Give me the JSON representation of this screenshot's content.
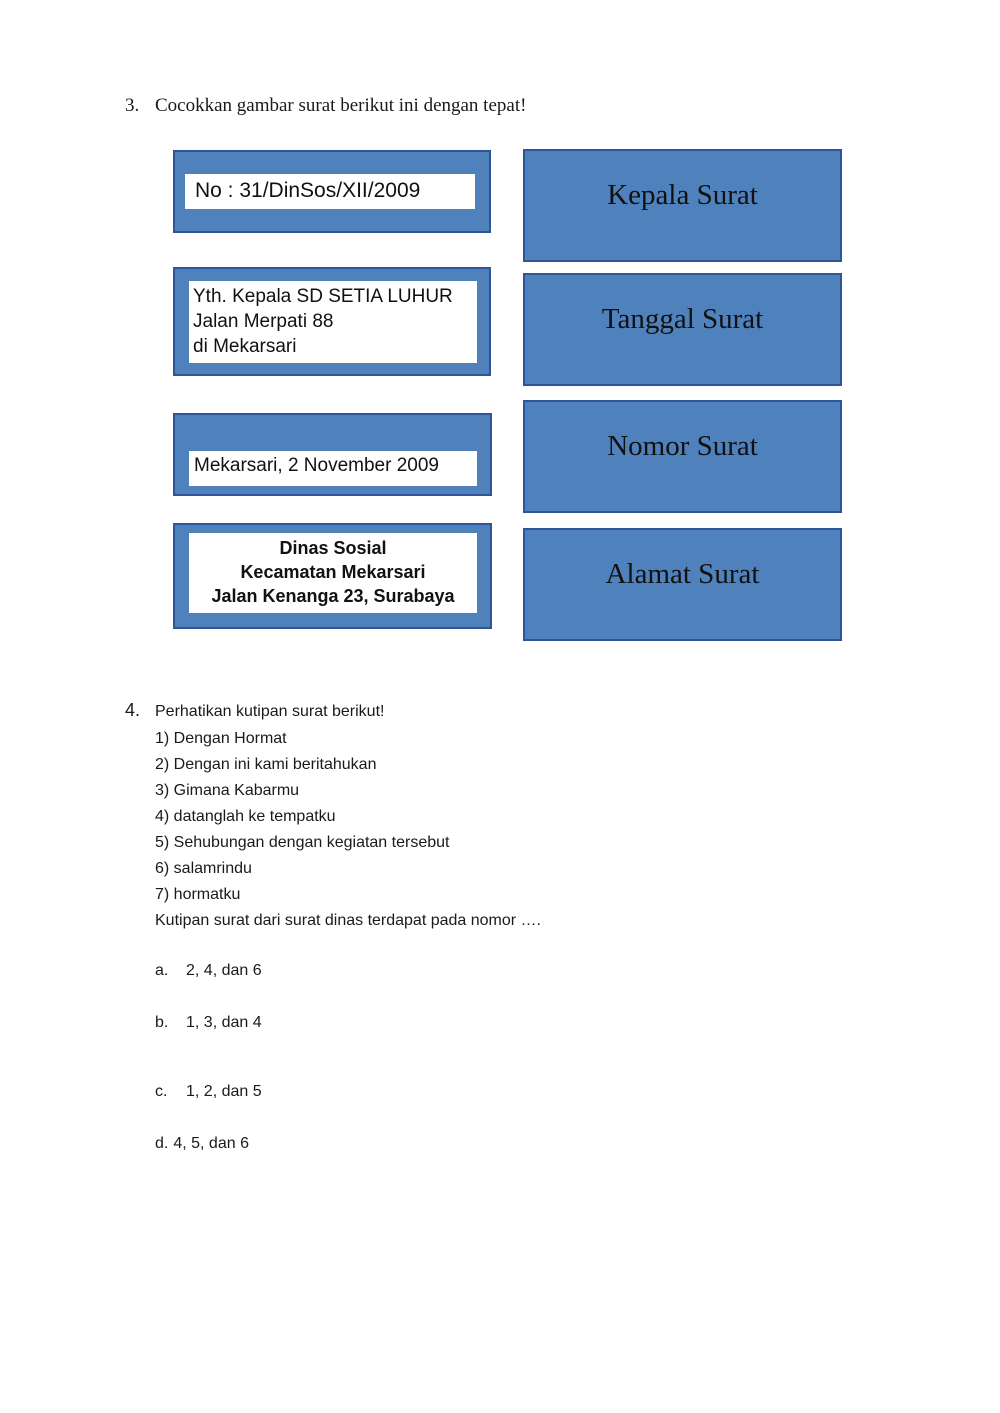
{
  "q3": {
    "number": "3.",
    "prompt": "Cocokkan gambar surat berikut ini dengan tepat!",
    "cards": {
      "nomor": "No  :  31/DinSos/XII/2009",
      "alamat": [
        "Yth. Kepala SD SETIA LUHUR",
        "Jalan Merpati  88",
        "di Mekarsari"
      ],
      "tanggal": "Mekarsari, 2 November 2009",
      "kepala": [
        "Dinas Sosial",
        "Kecamatan Mekarsari",
        "Jalan Kenanga 23, Surabaya"
      ]
    },
    "labels": [
      "Kepala Surat",
      "Tanggal Surat",
      "Nomor Surat",
      "Alamat Surat"
    ]
  },
  "q4": {
    "number": "4.",
    "prompt": "Perhatikan kutipan surat berikut!",
    "items": [
      "1) Dengan Hormat",
      "2) Dengan ini kami beritahukan",
      "3) Gimana Kabarmu",
      "4) datanglah ke tempatku",
      "5) Sehubungan dengan kegiatan tersebut",
      "6) salamrindu",
      "7) hormatku"
    ],
    "question": "Kutipan surat dari surat dinas terdapat pada nomor ….",
    "options": [
      {
        "letter": "a.",
        "text": "2, 4, dan 6"
      },
      {
        "letter": "b.",
        "text": "1, 3, dan 4"
      },
      {
        "letter": "c.",
        "text": "1, 2, dan 5"
      },
      {
        "letter": "d.",
        "text": "4, 5, dan 6"
      }
    ]
  }
}
